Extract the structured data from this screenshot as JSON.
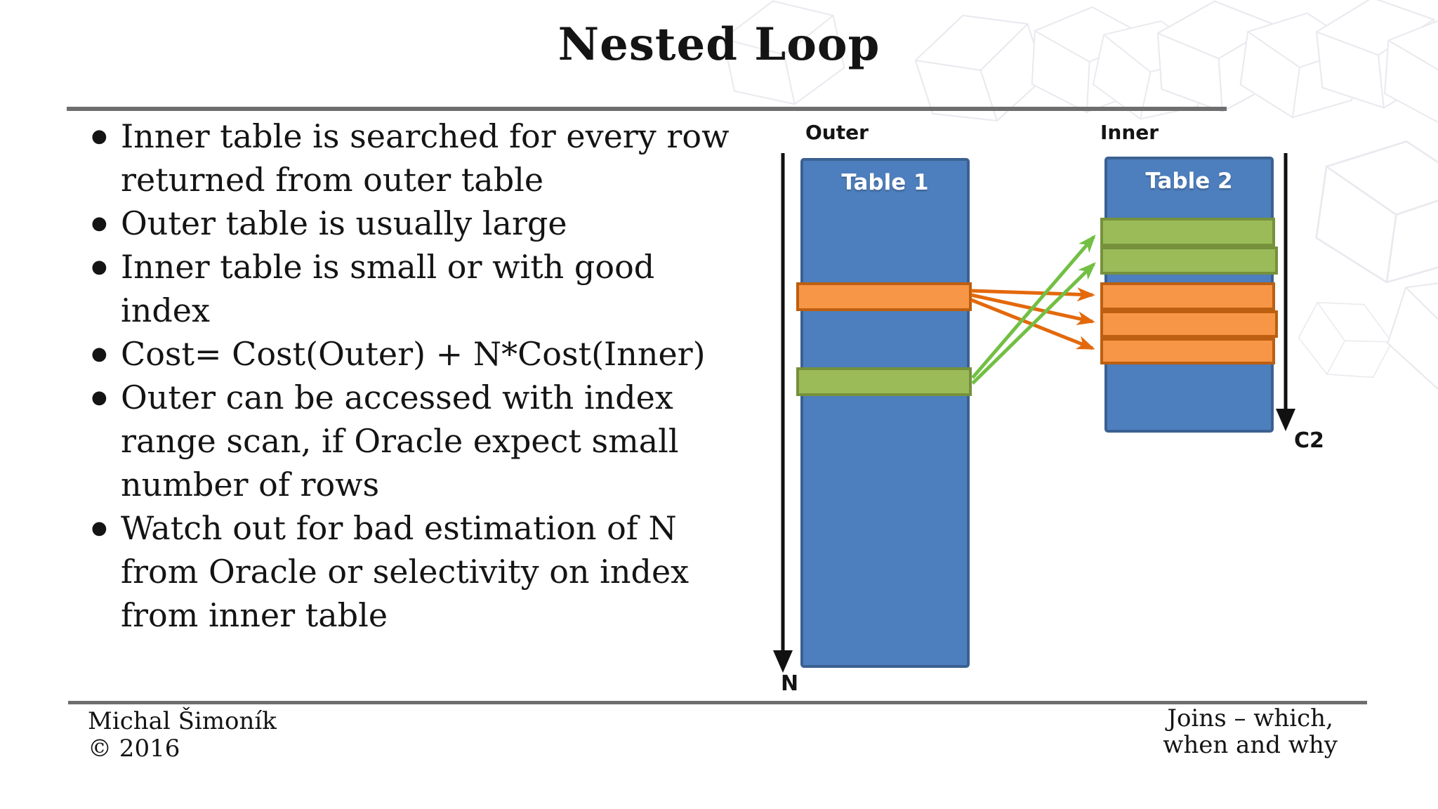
{
  "slide": {
    "title": "Nested Loop",
    "bullets": [
      "Inner table is searched for every row\nreturned from outer table",
      "Outer table is usually large",
      "Inner table is small or with good\nindex",
      "Cost= Cost(Outer) + N*Cost(Inner)",
      "Outer can be accessed with index\nrange scan, if Oracle expect small\nnumber of rows",
      "Watch out for bad estimation of N\nfrom Oracle or selectivity on index\nfrom inner table"
    ],
    "footer": {
      "author": "Michal Šimoník",
      "copyright": "© 2016",
      "deck_title_line1": "Joins – which,",
      "deck_title_line2": "when and why"
    }
  },
  "diagram": {
    "outer": {
      "label": "Outer",
      "table_label": "Table 1",
      "axis_label": "N"
    },
    "inner": {
      "label": "Inner",
      "table_label": "Table 2",
      "axis_label": "C2"
    },
    "colors": {
      "table_fill": "#4d7ebd",
      "table_border": "#3a6191",
      "orange_fill": "#f79646",
      "orange_border": "#bc5f10",
      "green_fill": "#9bbb59",
      "green_border": "#75913c",
      "orange_arrow": "#e3690b",
      "green_arrow": "#72bf44",
      "cube_line": "#e9e9ef"
    }
  }
}
